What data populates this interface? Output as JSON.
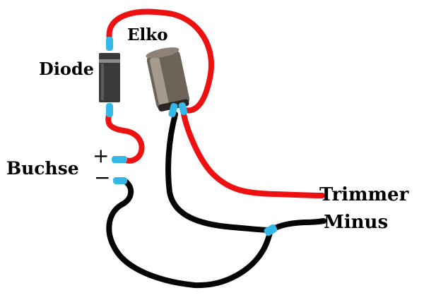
{
  "labels": {
    "elko": "Elko",
    "diode": "Diode",
    "buchse": "Buchse",
    "plus": "+",
    "minus": "−",
    "trimmer": "Trimmer",
    "minus_wire": "Minus"
  },
  "colors": {
    "red_wire": "#ee1111",
    "black_wire": "#050505",
    "connector": "#33b8e8",
    "diode_body": "#3a3a3a",
    "diode_band": "#8a8a8a",
    "capacitor_body": "#6e6358"
  }
}
